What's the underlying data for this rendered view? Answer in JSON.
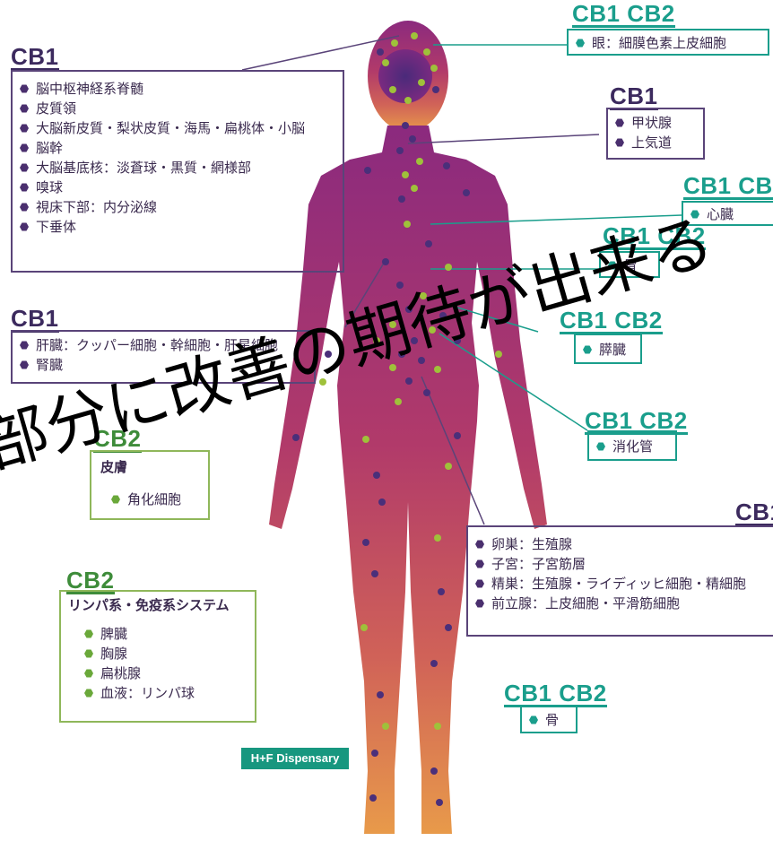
{
  "colors": {
    "body_top": "#8b2a7e",
    "body_mid": "#b13a6a",
    "body_bottom": "#e08a4e",
    "cb1": "#3c2a5e",
    "cb_teal": "#1a9e8c",
    "cb2_green": "#3e8c3a"
  },
  "brain_box": {
    "header": "CB1",
    "items": [
      "脳中枢神経系脊髄",
      "皮質領",
      "大脳新皮質・梨状皮質・海馬・扁桃体・小脳",
      "脳幹",
      "大脳基底核：淡蒼球・黒質・網様部",
      "嗅球",
      "視床下部：内分泌線",
      "下垂体"
    ]
  },
  "eye_box": {
    "header": "CB1 CB2",
    "items": [
      "眼：細膜色素上皮細胞"
    ]
  },
  "thyroid_box": {
    "header": "CB1",
    "items": [
      "甲状腺",
      "上気道"
    ]
  },
  "heart_box": {
    "header": "CB1 CB",
    "items": [
      "心臓"
    ]
  },
  "stomach_box": {
    "header": "CB1 CB2",
    "items": [
      "胃"
    ]
  },
  "pancreas_box": {
    "header": "CB1 CB2",
    "items": [
      "膵臓"
    ]
  },
  "gut_box": {
    "header": "CB1 CB2",
    "items": [
      "消化管"
    ]
  },
  "liver_box": {
    "header": "CB1",
    "items": [
      "肝臓：クッパー細胞・幹細胞・肝星細胞",
      "腎臓"
    ]
  },
  "skin_box": {
    "header": "CB2",
    "title": "皮膚",
    "items": [
      "角化細胞"
    ]
  },
  "repro_box": {
    "header": "CB1",
    "items": [
      "卵巣：生殖腺",
      "子宮：子宮筋層",
      "精巣：生殖腺・ライディッヒ細胞・精細胞",
      "前立腺：上皮細胞・平滑筋細胞"
    ]
  },
  "lymph_box": {
    "header": "CB2",
    "title": "リンパ系・免疫系システム",
    "items": [
      "脾臓",
      "胸腺",
      "扁桃腺",
      "血液：リンパ球"
    ]
  },
  "bone_box": {
    "header": "CB1 CB2",
    "items": [
      "骨"
    ]
  },
  "logo": "H+F Dispensary",
  "watermark": "部分に改善の期待が出来る"
}
